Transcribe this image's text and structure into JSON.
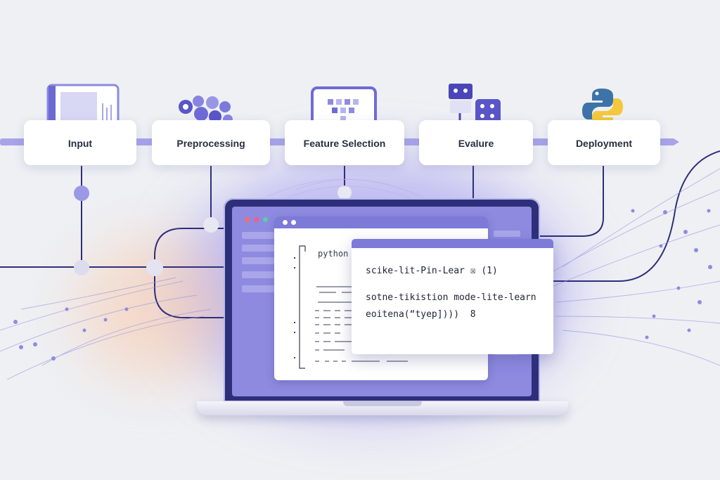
{
  "pipeline": {
    "steps": [
      {
        "label": "Input",
        "icon": "folder-icon"
      },
      {
        "label": "Preprocessing",
        "icon": "data-cluster-icon"
      },
      {
        "label": "Feature Selection",
        "icon": "feature-grid-icon"
      },
      {
        "label": "Evalure",
        "icon": "robot-evaluation-icon"
      },
      {
        "label": "Deployment",
        "icon": "python-logo-icon"
      }
    ]
  },
  "code_window": {
    "tab_label": "python"
  },
  "popup": {
    "lines": [
      "scike-lit-Pin-Lear ☒ (1)",
      "sotne-tikistion mode-lite-learn",
      "eoitena(“tyep])))  8"
    ]
  },
  "colors": {
    "accent": "#7d7ad8",
    "accent_light": "#a9a6ea",
    "deep": "#2e2f7a",
    "background": "#eef0f4",
    "python_blue": "#3d73a8",
    "python_yellow": "#f4c83c"
  }
}
